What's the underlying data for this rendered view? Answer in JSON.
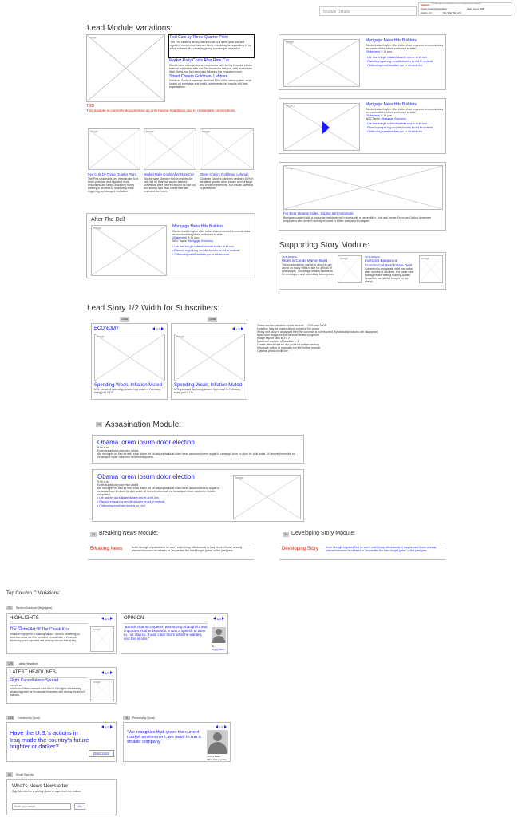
{
  "header": {
    "module_details": "Module Details",
    "logo": "Sapient",
    "tagline": "© 2008 All rights to this WireFrame is to do: Proprietary and Confidential",
    "project_label": "Project: Project Preservation",
    "date_label": "Date: June 3, 2008",
    "version_label": "Version: 2.0",
    "file_label": "File: WSJ_WF_v2.0"
  },
  "lead_module": {
    "title": "Lead Module Variations:",
    "image": "Image",
    "story1_head": "Fed Cuts by Three-Quarter Point",
    "story1_body": "The Fed slashed its key interest rate to a three-year low and signaled more reductions are likely, unloading heavy artillery in its effort to head off a crisis triggering a prolonged recession.",
    "story1_time": "2:02 p.m.",
    "story2_head": "Market Rally Cools After Rate Cut",
    "story2_body": "Stocks were stronger but an impressive rally fed by financial stocks faltered somewhat after the Fed issued its rate cut, with stocks saw Wall Street that had expected following the expected move.",
    "story2_time": "2:42 p.m.",
    "story3_head": "Street Cheers Goldman, Lehman",
    "story3_body": "Goldman Sachs's earnings declined 53% in the latest quarter amid losses on mortgage and credit investments, but results still beat expectations.",
    "story3_time": "1:11 p.m.",
    "tbd": "TBD",
    "tbd_note": "This module is currently documented as only having headlines due to real estate constrictions.",
    "col1_head": "Fed Cuts by Three-Quarter Point",
    "col1_body": "The Fed slashed its key interest rate to a three-year low and signaled more reductions are likely, unloading heavy artillery in its effort to head off a crisis triggering a prolonged recession.",
    "col1_time": "2:02 p.m.",
    "col2_head": "Market Rally Cools After Rate Cut",
    "col2_body": "Stocks were stronger but an impressive rally fed by financial stocks faltered somewhat after the Fed issued its rate cut, and stocks saw Wall Street that had expected the move.",
    "col2_time": "2:42 p.m.",
    "col3_head": "Street Cheers Goldman, Lehman",
    "col3_body": "Goldman Sachs's earnings declined 53% in the latest quarter amid losses on mortgage and credit investments, but results still beat expectations.",
    "col3_time": "1:40 p.m.",
    "after_bell": "After The Bell"
  },
  "mortgage": {
    "head": "Mortgage Mess Hits Builders",
    "body": "Stocks traded higher after better-than-expected economic data as commodities prices continued to slide.",
    "stmt": "(Statement)",
    "time": "9:16 p.m.",
    "wsj_tapes": "WSJ Tapes:",
    "wsj_link": "Mortgage, Economy",
    "bullets": [
      "Ure facr ent gitt sullatee dolorer sed er at irit lum",
      "Rismulo euguat ing orci del dolorhs ex eui fe molenid",
      "Oldianciing exerit landiam qui er irit wisit nim"
    ],
    "video": "VIDEO"
  },
  "bear": {
    "head": "For Bear Stearns Exiles, Stigma Isn't Automatic",
    "body": "Being associated with a corporate meltdown isn't necessarily a career killer. Just ask former Enron and Arthur Andersen employees who weren't directly involved in either company's collapse."
  },
  "supporting": {
    "title": "Supporting Story Module:",
    "kicker1": "US BUSINESS",
    "head1": "Woes in Condo Market Build",
    "body1": "The condominium market is about to get worse as many cities brace for a flood of new supply. The design means bad news for developers and potentially lower prices.",
    "time1": "10:16 p.m.",
    "kicker2": "US BUSINESS",
    "head2": "Investors Bargain on Commercial Real Estate Debt",
    "body2": "Commercial-real-estate debt has rallied after months of declines, but some fund managers are betting that top-quality securities can still be bought on the cheap.",
    "time2": "10:16 p.m."
  },
  "lead_story_half": {
    "title": "Lead Story 1/2 Width for Subscribers:",
    "tag_a": "100A",
    "tag_b": "100B",
    "economy": "ECONOMY",
    "pager": "1/3",
    "head": "Spending Weak; Inflation Muted",
    "body": "U.S. personal spending slowed to a crawl in February, rising just 0.1%.",
    "notes": [
      "There are two variation of this module -- 100A and 100B",
      "Headline may be placed above or below the photo",
      "If only one story is displayed then the carousel is not required (functionality buttons will disappear)",
      "Must have image for the carousel button to appear",
      "Image aspect ratio is 3 x 2",
      "Maximum number of headline -- 3",
      "Create default size for div (must hit editors review)",
      "Introduce option to manually set title for the module",
      "Optional photo credit line"
    ]
  },
  "assassination": {
    "tag": "18",
    "title": "Assasination Module:",
    "head": "Obama lorem ipsum dolor election",
    "time": "9:16 a.m.",
    "lead": "Ecilet augait ulat prat enim adipis",
    "body": "Ate mncignm ea fasi ex eetz euat dolum irit lut adigna faciduat ullan henis accummolorem augait la consequi bum in ullum de dipit autat. Ut lam vel inurenisis ea consequat niostr odolorem velisim volupatem.",
    "bullets": [
      "Ure fact ent gitt sullatee dolorer sed er at irit lum",
      "Rismulo euguat ing orci del dolorhs ex eui fe molenid",
      "Oldianciing exerit del dolorhs ex eui fr"
    ],
    "image": "Image"
  },
  "breaking": {
    "tag": "24",
    "title": "Breaking News Module:",
    "label": "Breaking News",
    "text": "Bush strongly signaled that he won't order troop withdrawals in Iraq beyond those already planned because he refuses to \"jeopardize the hard-fought gains\" of the past year."
  },
  "developing": {
    "tag": "24",
    "title": "Developing Story Module:",
    "label": "Developing Story",
    "text": "Bush strongly signaled that he won't order troop withdrawals in Iraq beyond those already planned because he refuses to \"jeopardize the hard-fought gains\" of the past year."
  },
  "col_c": {
    "title": "Top Column C Variations:",
    "section_tag": "71",
    "section_title": "Section Carousel (Highlights)",
    "highlights": "HIGHLIGHTS",
    "pager": "1/3",
    "on_style": "ON STYLE",
    "art_head": "The Global Art Of The Cheek Kiss",
    "art_body": "Whatever happened to shaking hands? There is something so American about the firm control of a handshake -- it's about discerning one's opponent and keeping him two feet at bay.",
    "opinion": "OPINION",
    "quote": "\"Barack Obama's speech was strong; thoughtful and important. Rather beautiful, it was a speech to think to, not clap to. It was clear that's what he wanted, and this is rare.\"",
    "by": "By",
    "author": "Peggy Noon",
    "latest_tag": "175",
    "latest_title": "Latest Headlines",
    "latest_head": "LATEST HEADLINES",
    "flight_head": "Flight Cancellations Spread",
    "flight_time": "2:34 PM ET",
    "flight_body": "American Airlines canceled more than 1,000 flights Wednesday, weakening travel for thousands of travelers and denting the airline's finances.",
    "community_tag": "C16",
    "community_title": "Community Quote",
    "iraq_q": "Have the U.S.'s actions in Iraq made the country's future brighter or darker?",
    "discuss": "DISCUSS",
    "personality_tag": "O1",
    "personality_title": "Personality Quote",
    "pquote": "\"We recognize that, given the current market environment, we need to run a smaller company.\"",
    "pname": "Jeffrey Peek",
    "ptitle": "CIT's chief executive",
    "email_tag": "09",
    "email_title": "Email Sign Up",
    "newsletter": "What's News Newsletter",
    "newsletter_sub": "Sign Up now for a weekly guide to style from the editors",
    "email_placeholder": "Enter your email",
    "go": "Go",
    "image": "Image"
  }
}
